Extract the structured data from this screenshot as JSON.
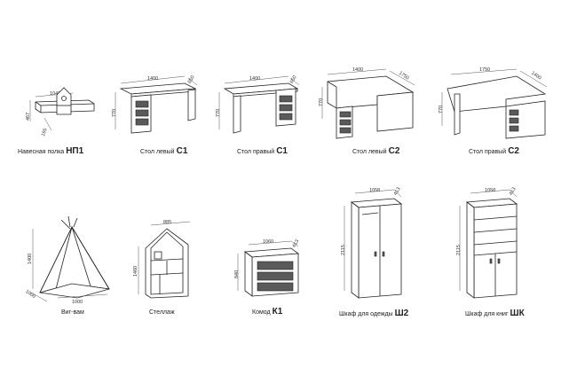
{
  "items": [
    {
      "caption": "Навесная полка",
      "code": "НП1",
      "dims": [
        "1042",
        "467",
        "195"
      ]
    },
    {
      "caption": "Стол левый",
      "code": "С1",
      "dims": [
        "1400",
        "770",
        "650"
      ]
    },
    {
      "caption": "Стол правый",
      "code": "С1",
      "dims": [
        "1400",
        "770",
        "650"
      ]
    },
    {
      "caption": "Стол левый",
      "code": "С2",
      "dims": [
        "1400",
        "1750",
        "770"
      ]
    },
    {
      "caption": "Стол правый",
      "code": "С2",
      "dims": [
        "1750",
        "1400",
        "770"
      ]
    },
    {
      "caption": "Виг-вам",
      "code": "",
      "dims": [
        "1400",
        "1000",
        "1000"
      ]
    },
    {
      "caption": "Стеллаж",
      "code": "",
      "dims": [
        "885",
        "1460"
      ]
    },
    {
      "caption": "Комод",
      "code": "К1",
      "dims": [
        "1060",
        "840",
        "413"
      ]
    },
    {
      "caption": "Шкаф для одежды",
      "code": "Ш2",
      "dims": [
        "1058",
        "2115",
        "413"
      ]
    },
    {
      "caption": "Шкаф для книг",
      "code": "ШК",
      "dims": [
        "1058",
        "2115",
        "413"
      ]
    }
  ]
}
